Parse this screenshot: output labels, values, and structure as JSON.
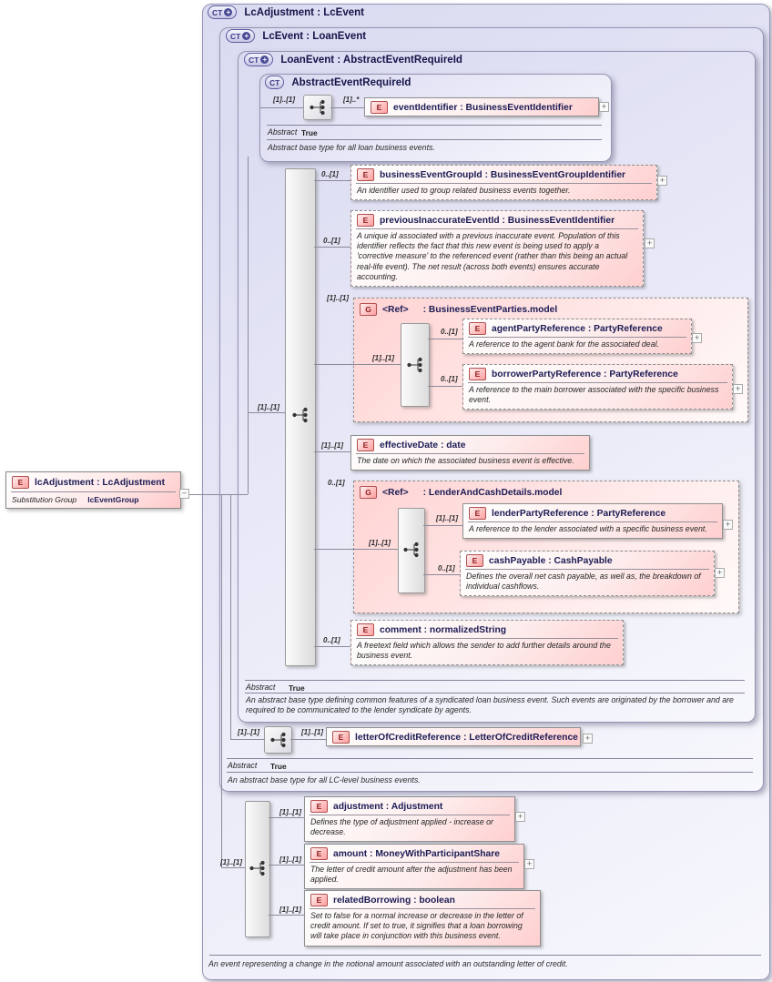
{
  "icons": {
    "ct": "CT",
    "e": "E",
    "g": "G",
    "plus": "+",
    "minus": "−"
  },
  "abstract_row": {
    "label": "Abstract",
    "value": "True"
  },
  "root": {
    "name": "lcAdjustment : LcAdjustment",
    "sub_label": "Substitution Group",
    "sub_value": "lcEventGroup"
  },
  "boxes": {
    "lcadjustment": {
      "title": "LcAdjustment : LcEvent",
      "doc": "An event representing a change in the notional amount associated with an outstanding letter of credit."
    },
    "lcevent": {
      "title": "LcEvent : LoanEvent",
      "doc": "An abstract base type for all LC-level business events."
    },
    "loanevent": {
      "title": "LoanEvent : AbstractEventRequireId",
      "doc": "An abstract base type defining common features of a syndicated loan business event. Such events are originated by the borrower and are required to be communicated to the lender syndicate by agents."
    },
    "abstractevent": {
      "title": "AbstractEventRequireId",
      "doc": "Abstract base type for all loan business events."
    }
  },
  "seq": {
    "abstract": "[1]..[1]",
    "main": "[1]..[1]",
    "lcevent": "[1]..[1]",
    "lcadjustment": "[1]..[1]"
  },
  "groups": {
    "parties": {
      "ref": "<Ref>",
      "type": ": BusinessEventParties.model",
      "card": "[1]..[1]",
      "seq_card": "[1]..[1]"
    },
    "lender": {
      "ref": "<Ref>",
      "type": ": LenderAndCashDetails.model",
      "card": "0..[1]",
      "seq_card": "[1]..[1]"
    }
  },
  "elements": {
    "eventIdentifier": {
      "card": "[1]..*",
      "title": "eventIdentifier : BusinessEventIdentifier"
    },
    "businessEventGroupId": {
      "card": "0..[1]",
      "title": "businessEventGroupId : BusinessEventGroupIdentifier",
      "doc": "An identifier used to group related business events together."
    },
    "previousInaccurateEventId": {
      "card": "0..[1]",
      "title": "previousInaccurateEventId : BusinessEventIdentifier",
      "doc": "A unique id associated with a previous inaccurate event. Population of this identifier reflects the fact that this new event is being used to apply a 'corrective measure' to the referenced event (rather than this being an actual real-life event). The net result (across both events) ensures accurate accounting."
    },
    "agentPartyReference": {
      "card": "0..[1]",
      "title": "agentPartyReference : PartyReference",
      "doc": "A reference to the agent bank for the associated deal."
    },
    "borrowerPartyReference": {
      "card": "0..[1]",
      "title": "borrowerPartyReference : PartyReference",
      "doc": "A reference to the main borrower associated with the specific business event."
    },
    "effectiveDate": {
      "card": "[1]..[1]",
      "title": "effectiveDate : date",
      "doc": "The date on which the associated business event is effective."
    },
    "lenderPartyReference": {
      "card": "[1]..[1]",
      "title": "lenderPartyReference : PartyReference",
      "doc": "A reference to the lender associated with a specific business event."
    },
    "cashPayable": {
      "card": "0..[1]",
      "title": "cashPayable : CashPayable",
      "doc": "Defines the overall net cash payable, as well as, the breakdown of individual cashflows."
    },
    "comment": {
      "card": "0..[1]",
      "title": "comment : normalizedString",
      "doc": "A freetext field which allows the sender to add further details around the business event."
    },
    "letterOfCreditReference": {
      "card": "[1]..[1]",
      "title": "letterOfCreditReference : LetterOfCreditReference"
    },
    "adjustment": {
      "card": "[1]..[1]",
      "title": "adjustment : Adjustment",
      "doc": "Defines the type of adjustment applied - increase or decrease."
    },
    "amount": {
      "card": "[1]..[1]",
      "title": "amount : MoneyWithParticipantShare",
      "doc": "The letter of credit amount after the adjustment has been applied."
    },
    "relatedBorrowing": {
      "card": "[1]..[1]",
      "title": "relatedBorrowing : boolean",
      "doc": "Set to false for a normal increase or decrease in the letter of credit amount. If set to true, it signifies that a loan borrowing will take place in conjunction with this business event."
    }
  },
  "colors": {
    "lavender": "#dadaf1",
    "pink": "#ffd3d3",
    "border": "#8f8f8f",
    "title_navy": "#14144a"
  }
}
